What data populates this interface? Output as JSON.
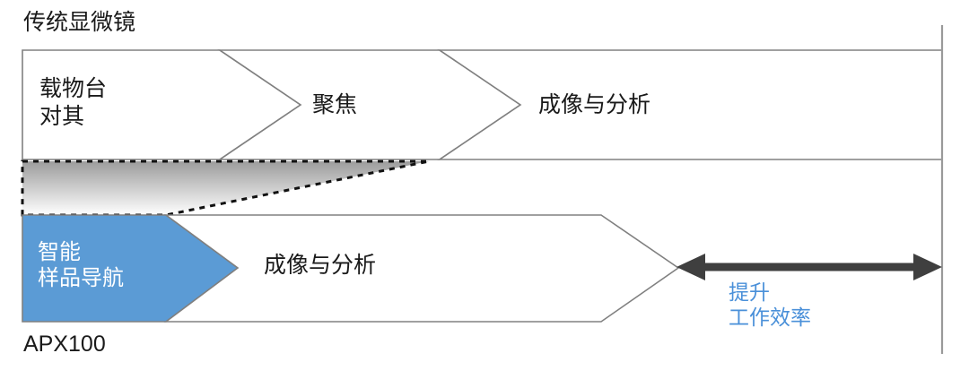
{
  "diagram": {
    "type": "workflow-comparison",
    "top_row": {
      "title": "传统显微镜",
      "steps": [
        {
          "label": "载物台\n对其",
          "fill": "#ffffff"
        },
        {
          "label": "聚焦",
          "fill": "#ffffff"
        },
        {
          "label": "成像与分析",
          "fill": "#ffffff"
        }
      ]
    },
    "bottom_row": {
      "title": "APX100",
      "steps": [
        {
          "label": "智能\n样品导航",
          "fill": "#5b9bd5"
        },
        {
          "label": "成像与分析",
          "fill": "#ffffff"
        }
      ]
    },
    "annotation": {
      "label": "提升\n工作效率",
      "arrow": "double-headed-arrow"
    },
    "colors": {
      "accent_blue": "#5b9bd5",
      "annotation_blue": "#4a90d9",
      "outline_gray": "#808080",
      "arrow_dark": "#3f3f3f",
      "gradient_top": "#9e9e9e",
      "gradient_bottom": "#ffffff"
    }
  }
}
